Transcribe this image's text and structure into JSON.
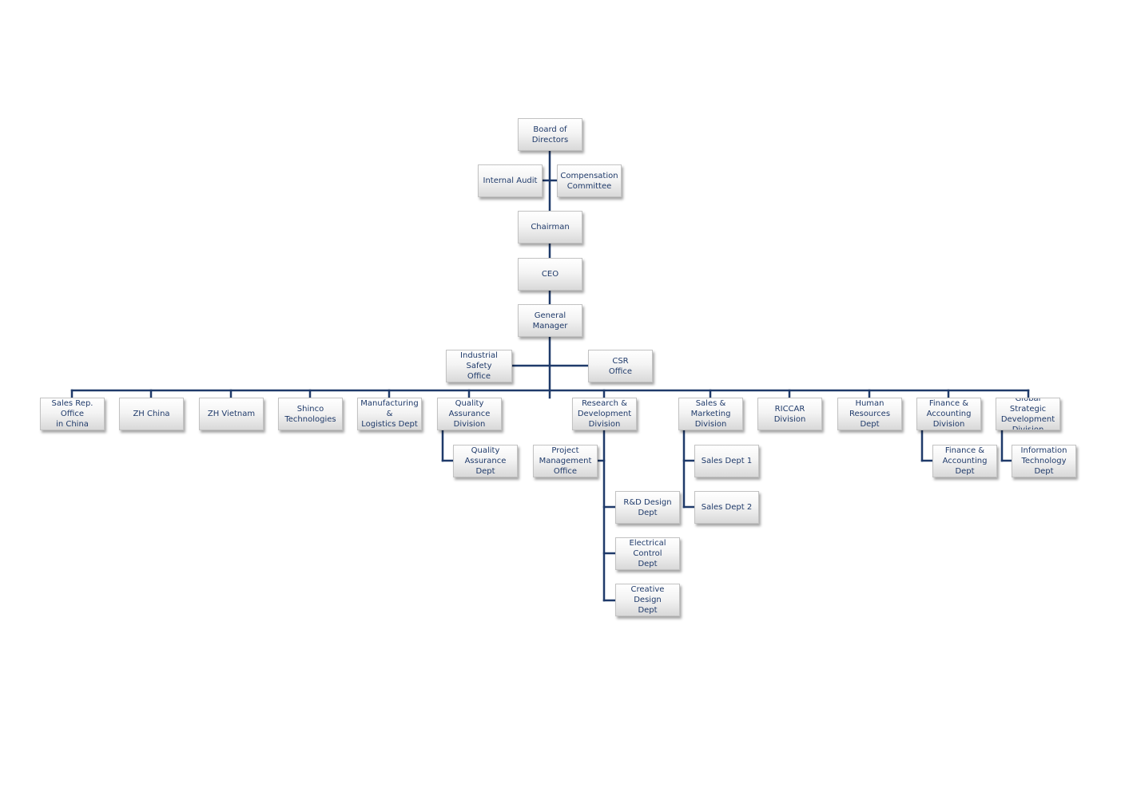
{
  "colors": {
    "connector": "#1f3a6a",
    "text": "#1f3a6a",
    "box_border": "#c2c2c2"
  },
  "nodes": {
    "board": "Board of\nDirectors",
    "internal_audit": "Internal Audit",
    "compensation": "Compensation\nCommittee",
    "chairman": "Chairman",
    "ceo": "CEO",
    "general_manager": "General\nManager",
    "industrial_safety": "Industrial Safety\nOffice",
    "csr": "CSR\nOffice",
    "sales_rep_china": "Sales Rep. Office\nin China",
    "zh_china": "ZH China",
    "zh_vietnam": "ZH Vietnam",
    "shinco": "Shinco\nTechnologies",
    "manufacturing": "Manufacturing &\nLogistics Dept",
    "quality_division": "Quality\nAssurance\nDivision",
    "quality_dept": "Quality\nAssurance Dept",
    "rnd_division": "Research &\nDevelopment\nDivision",
    "pmo": "Project\nManagement\nOffice",
    "rnd_design": "R&D Design\nDept",
    "electrical_control": "Electrical Control\nDept",
    "creative_design": "Creative Design\nDept",
    "sales_division": "Sales &\nMarketing\nDivision",
    "sales_dept_1": "Sales Dept 1",
    "sales_dept_2": "Sales Dept 2",
    "riccar": "RICCAR\nDivision",
    "hr": "Human\nResources Dept",
    "finance_division": "Finance &\nAccounting\nDivision",
    "finance_dept": "Finance &\nAccounting Dept",
    "global_strategic": "Global Strategic\nDevelopment\nDivision",
    "it_dept": "Information\nTechnology Dept"
  }
}
